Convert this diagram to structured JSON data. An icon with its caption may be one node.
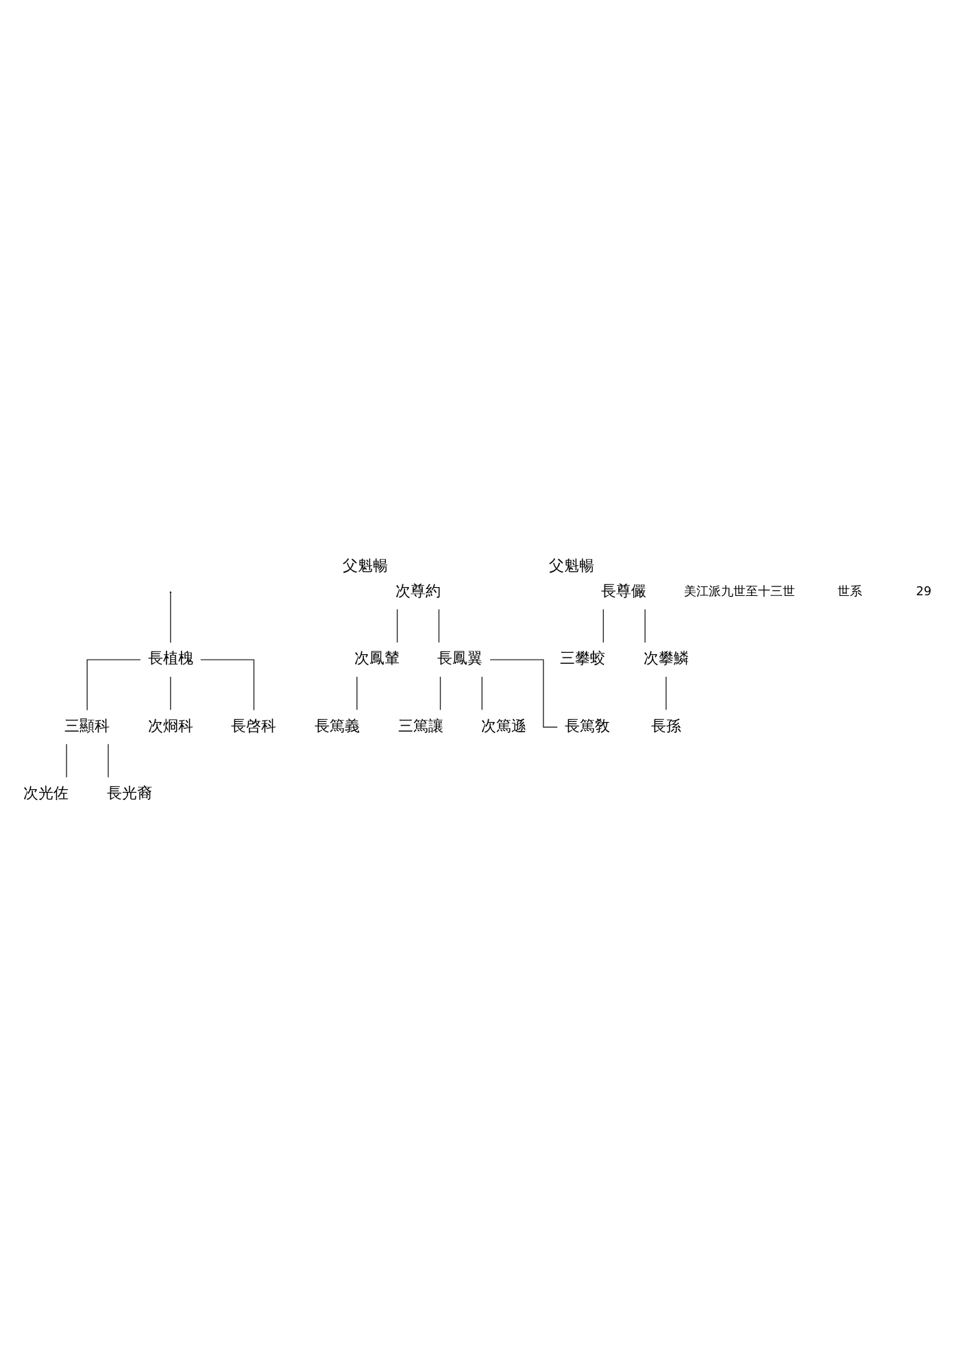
{
  "diagram": {
    "nodes": [
      {
        "text": [
          "長尊儼"
        ],
        "beside": [
          "父魁暢"
        ]
      },
      {
        "text": [
          "次尊約"
        ],
        "beside": [
          "父魁暢"
        ]
      },
      {
        "text": [
          "次攀鱗"
        ]
      },
      {
        "text": [
          "三攀蛟"
        ]
      },
      {
        "text": [
          "長鳳翼"
        ]
      },
      {
        "text": [
          "次鳳輦"
        ]
      },
      {
        "text": [
          "長孫"
        ]
      },
      {
        "text": [
          "長篤敎"
        ]
      },
      {
        "text": [
          "次篤遜"
        ]
      },
      {
        "text": [
          "三篤讓"
        ]
      },
      {
        "text": [
          "長篤義"
        ]
      },
      {
        "text": [
          "長植槐"
        ]
      },
      {
        "text": [
          "長啓科"
        ]
      },
      {
        "text": [
          "次烱科"
        ]
      },
      {
        "text": [
          "三顯科"
        ]
      },
      {
        "text": [
          "長光裔"
        ]
      },
      {
        "text": [
          "次光佐"
        ]
      }
    ],
    "edges": [
      {
        "from": 0,
        "to": 2,
        "arrow": "none"
      },
      {
        "from": 0,
        "to": 3,
        "arrow": "none"
      },
      {
        "from": 1,
        "to": 4,
        "arrow": "none"
      },
      {
        "from": 1,
        "to": 5,
        "arrow": "none"
      },
      {
        "from": 2,
        "to": 6,
        "arrow": "none"
      },
      {
        "from": 4,
        "to": 7,
        "arrow": "none"
      },
      {
        "from": 4,
        "to": 8,
        "arrow": "none"
      },
      {
        "from": 4,
        "to": 9,
        "arrow": "none"
      },
      {
        "from": 5,
        "to": 10,
        "arrow": "none"
      },
      {
        "from": null,
        "to": 11,
        "arrow": "none"
      },
      {
        "from": 11,
        "to": 12,
        "arrow": "none"
      },
      {
        "from": 11,
        "to": 13,
        "arrow": "none"
      },
      {
        "from": 11,
        "to": 14,
        "arrow": "none"
      },
      {
        "from": 14,
        "to": 15,
        "arrow": "none"
      },
      {
        "from": 14,
        "to": 16,
        "arrow": "none"
      }
    ],
    "labels": [
      "美江派九世至十三世",
      "世系",
      "29"
    ]
  }
}
